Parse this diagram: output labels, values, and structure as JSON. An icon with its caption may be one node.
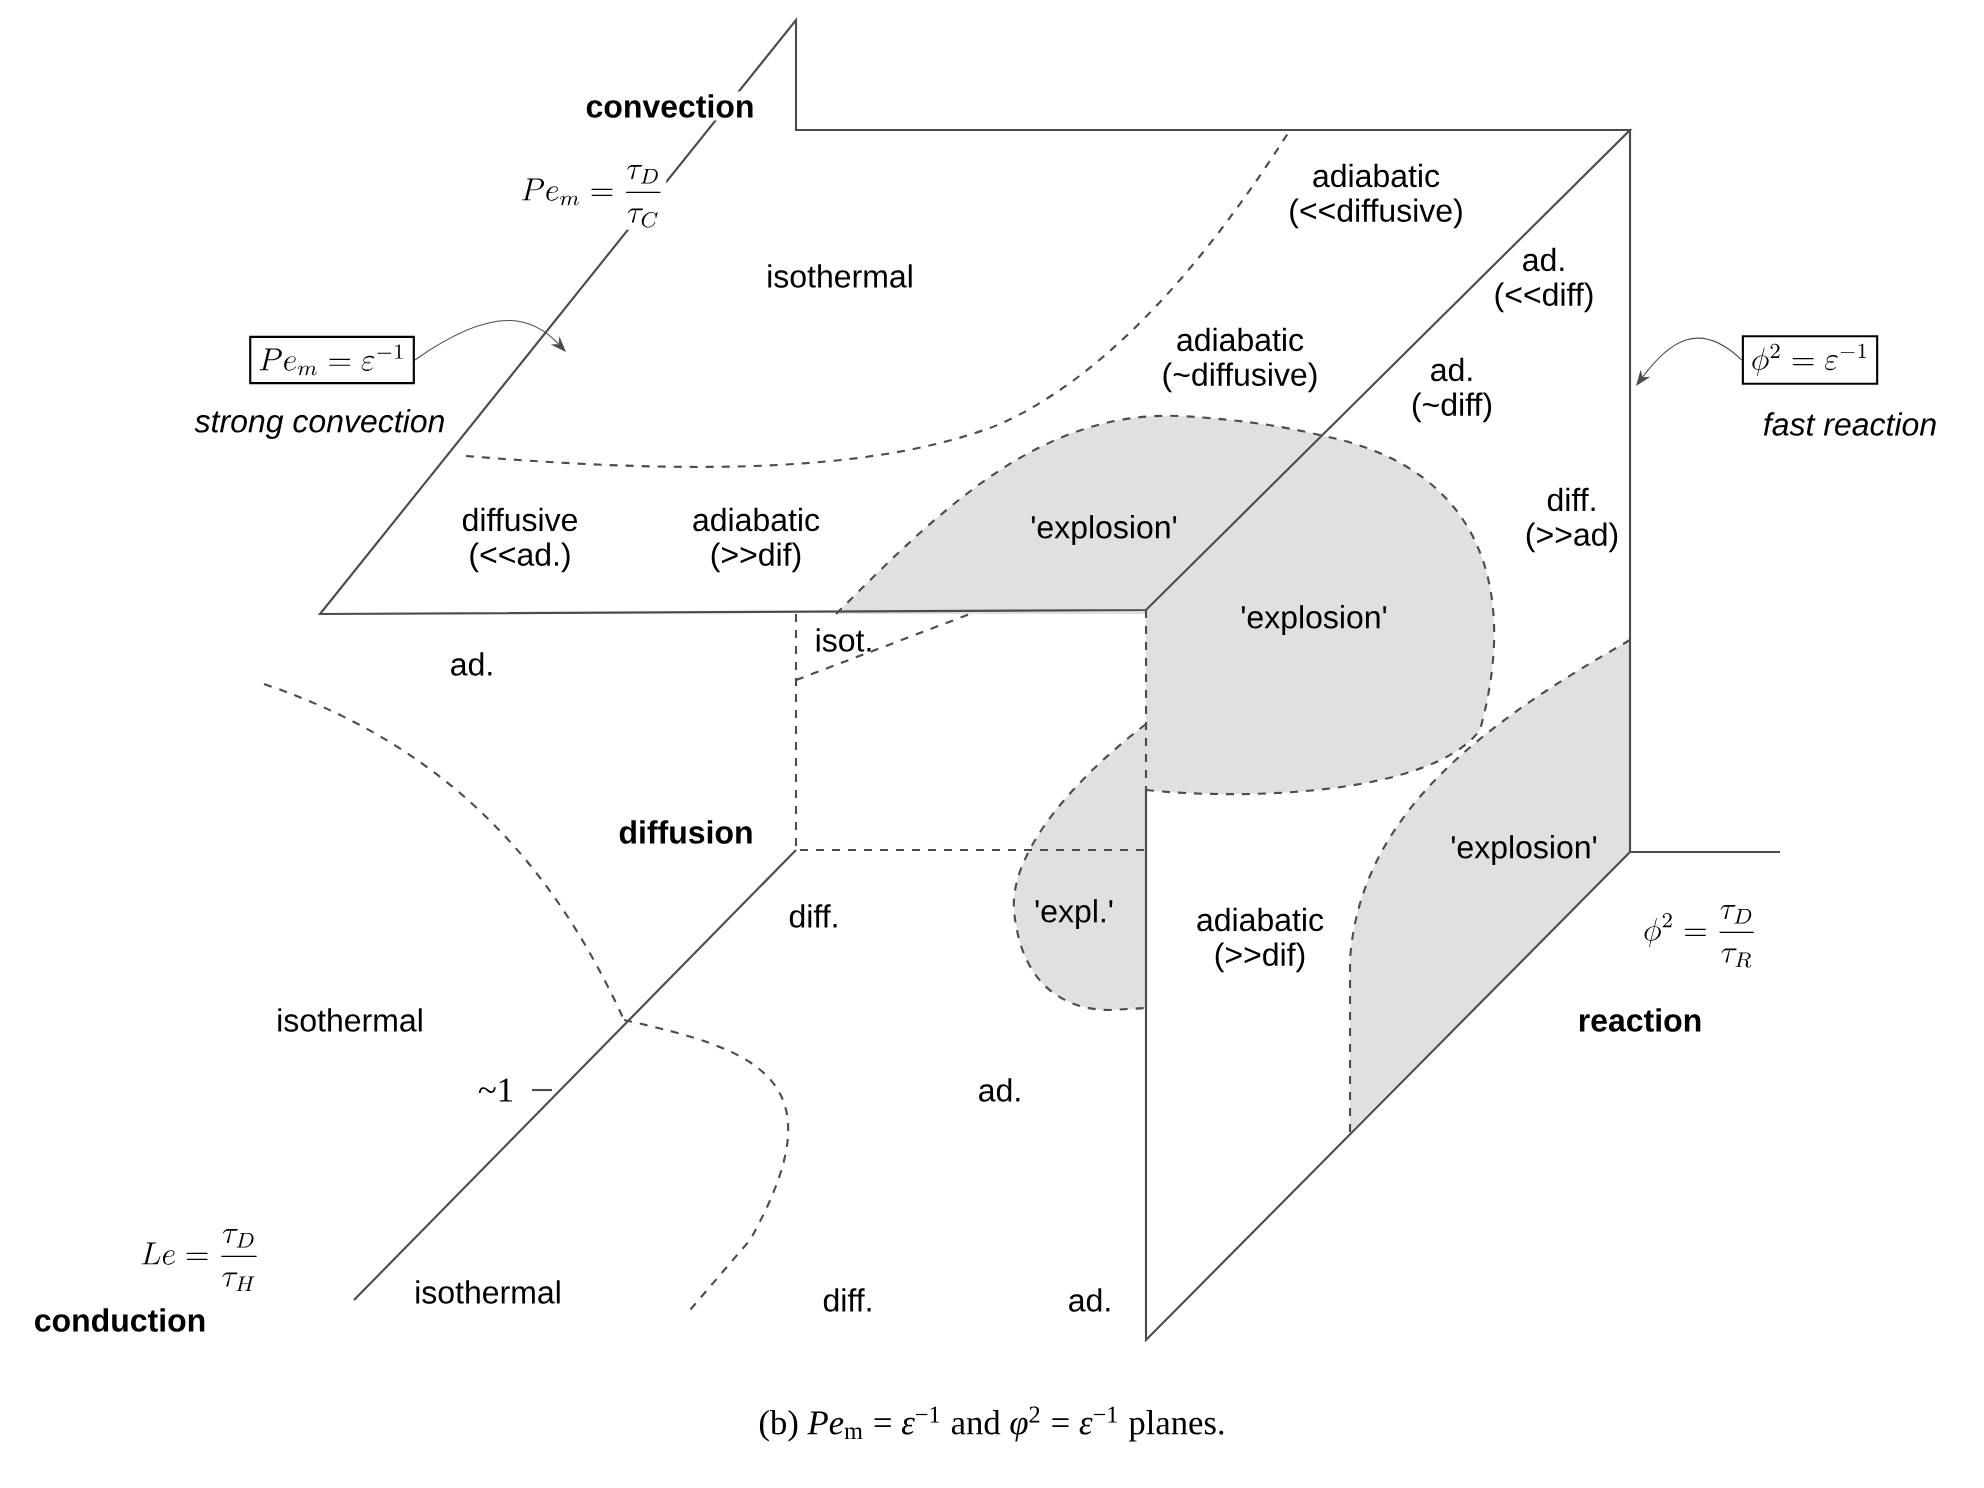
{
  "diagram": {
    "caption": "(b) *Pe*$_{m}$ = *ε*$^{−1}$ and *φ*$^{2}$ = *ε*$^{−1}$ planes.",
    "nodes": [
      {
        "text": [
          "Pe_m = \\varepsilon^{-1}"
        ],
        "beside": [
          "strong convection"
        ]
      },
      {
        "text": [
          "\\phi^2 = \\varepsilon^{-1}"
        ],
        "beside": [
          "fast reaction"
        ]
      }
    ],
    "edges": [
      {
        "from": 0,
        "to": null,
        "arrow": "to"
      },
      {
        "from": 1,
        "to": null,
        "arrow": "to"
      }
    ],
    "labels": [
      "convection",
      "Pe_m = \\frac{\\tau_D}{\\tau_C}",
      "adiabatic (<<diffusive)",
      "isothermal",
      "ad. (<<diff)",
      "adiabatic (~diffusive)",
      "ad. (~diff)",
      "diffusive (<<ad.)",
      "adiabatic (>>dif)",
      "'explosion'",
      "diff. (>>ad)",
      "'explosion'",
      "ad.",
      "isot.",
      "diffusion",
      "diff.",
      "'expl.'",
      "adiabatic (>>dif)",
      "'explosion'",
      "\\phi^2 = \\frac{\\tau_D}{\\tau_R}",
      "isothermal",
      "reaction",
      "~1",
      "ad.",
      "Le = \\frac{\\tau_D}{\\tau_H}",
      "conduction",
      "isothermal",
      "diff.",
      "ad."
    ]
  }
}
